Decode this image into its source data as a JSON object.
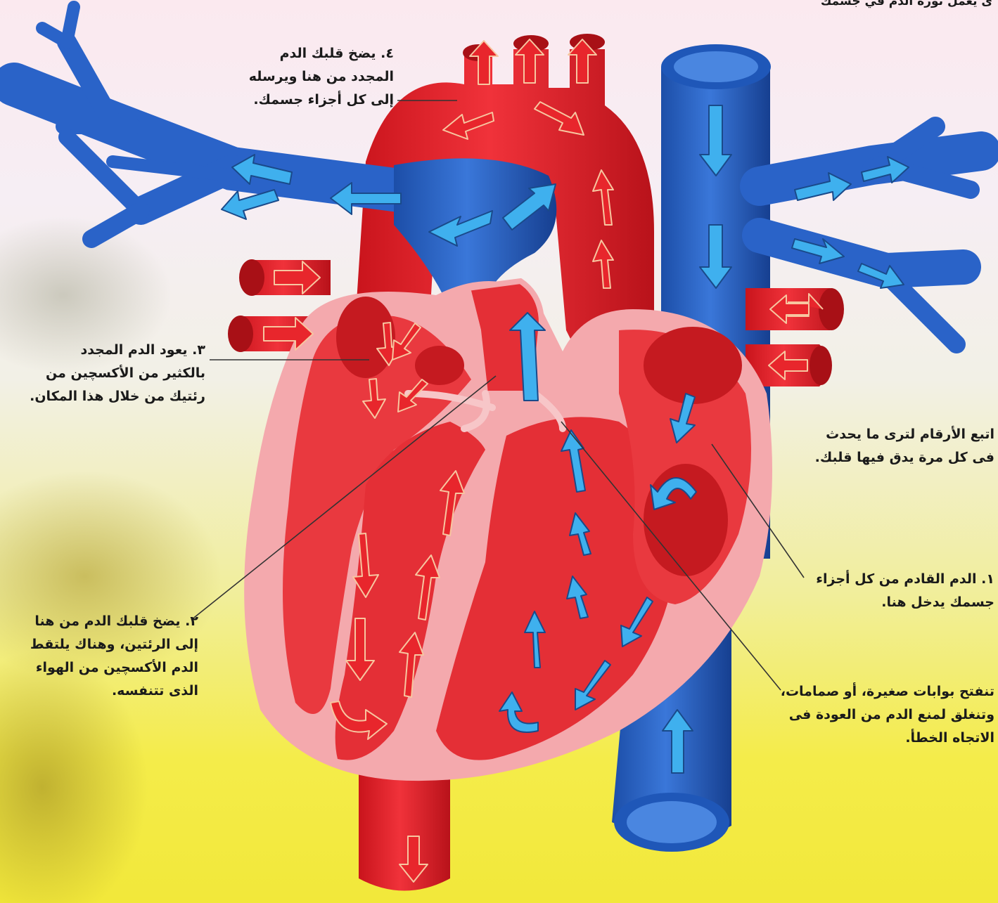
{
  "top_caption": "ى يعمل نوره الدم في جسمك",
  "labels": {
    "step4": [
      "٤. يضخ قلبك الدم",
      "المجدد من هنا ويرسله",
      "إلى كل أجزاء جسمك."
    ],
    "step3": [
      "٣. يعود الدم المجدد",
      "بالكثير من الأكسچين من",
      "رئتيك من خلال هذا المكان."
    ],
    "intro": [
      "اتبع الأرقام لترى ما يحدث",
      "فى كل مرة يدق فيها قلبك."
    ],
    "step1": [
      "١. الدم القادم من كل أجزاء",
      "جسمك يدخل هنا."
    ],
    "step2": [
      "٢. يضخ قلبك الدم من هنا",
      "إلى الرئتين، وهناك يلتقط",
      "الدم الأكسچين من الهواء",
      "الذى تتنفسه."
    ],
    "valves": [
      "تنفتح بوابات صغيرة، أو صمامات،",
      "وتنغلق لمنع الدم من العودة فى",
      "الاتجاه الخطأ."
    ]
  },
  "colors": {
    "oxygenated": "#e8262c",
    "deoxygenated": "#2a63c8",
    "arrow_blue": "#3fb0ee",
    "heart_wall": "#f4a9ad",
    "leader_line": "#333333"
  }
}
